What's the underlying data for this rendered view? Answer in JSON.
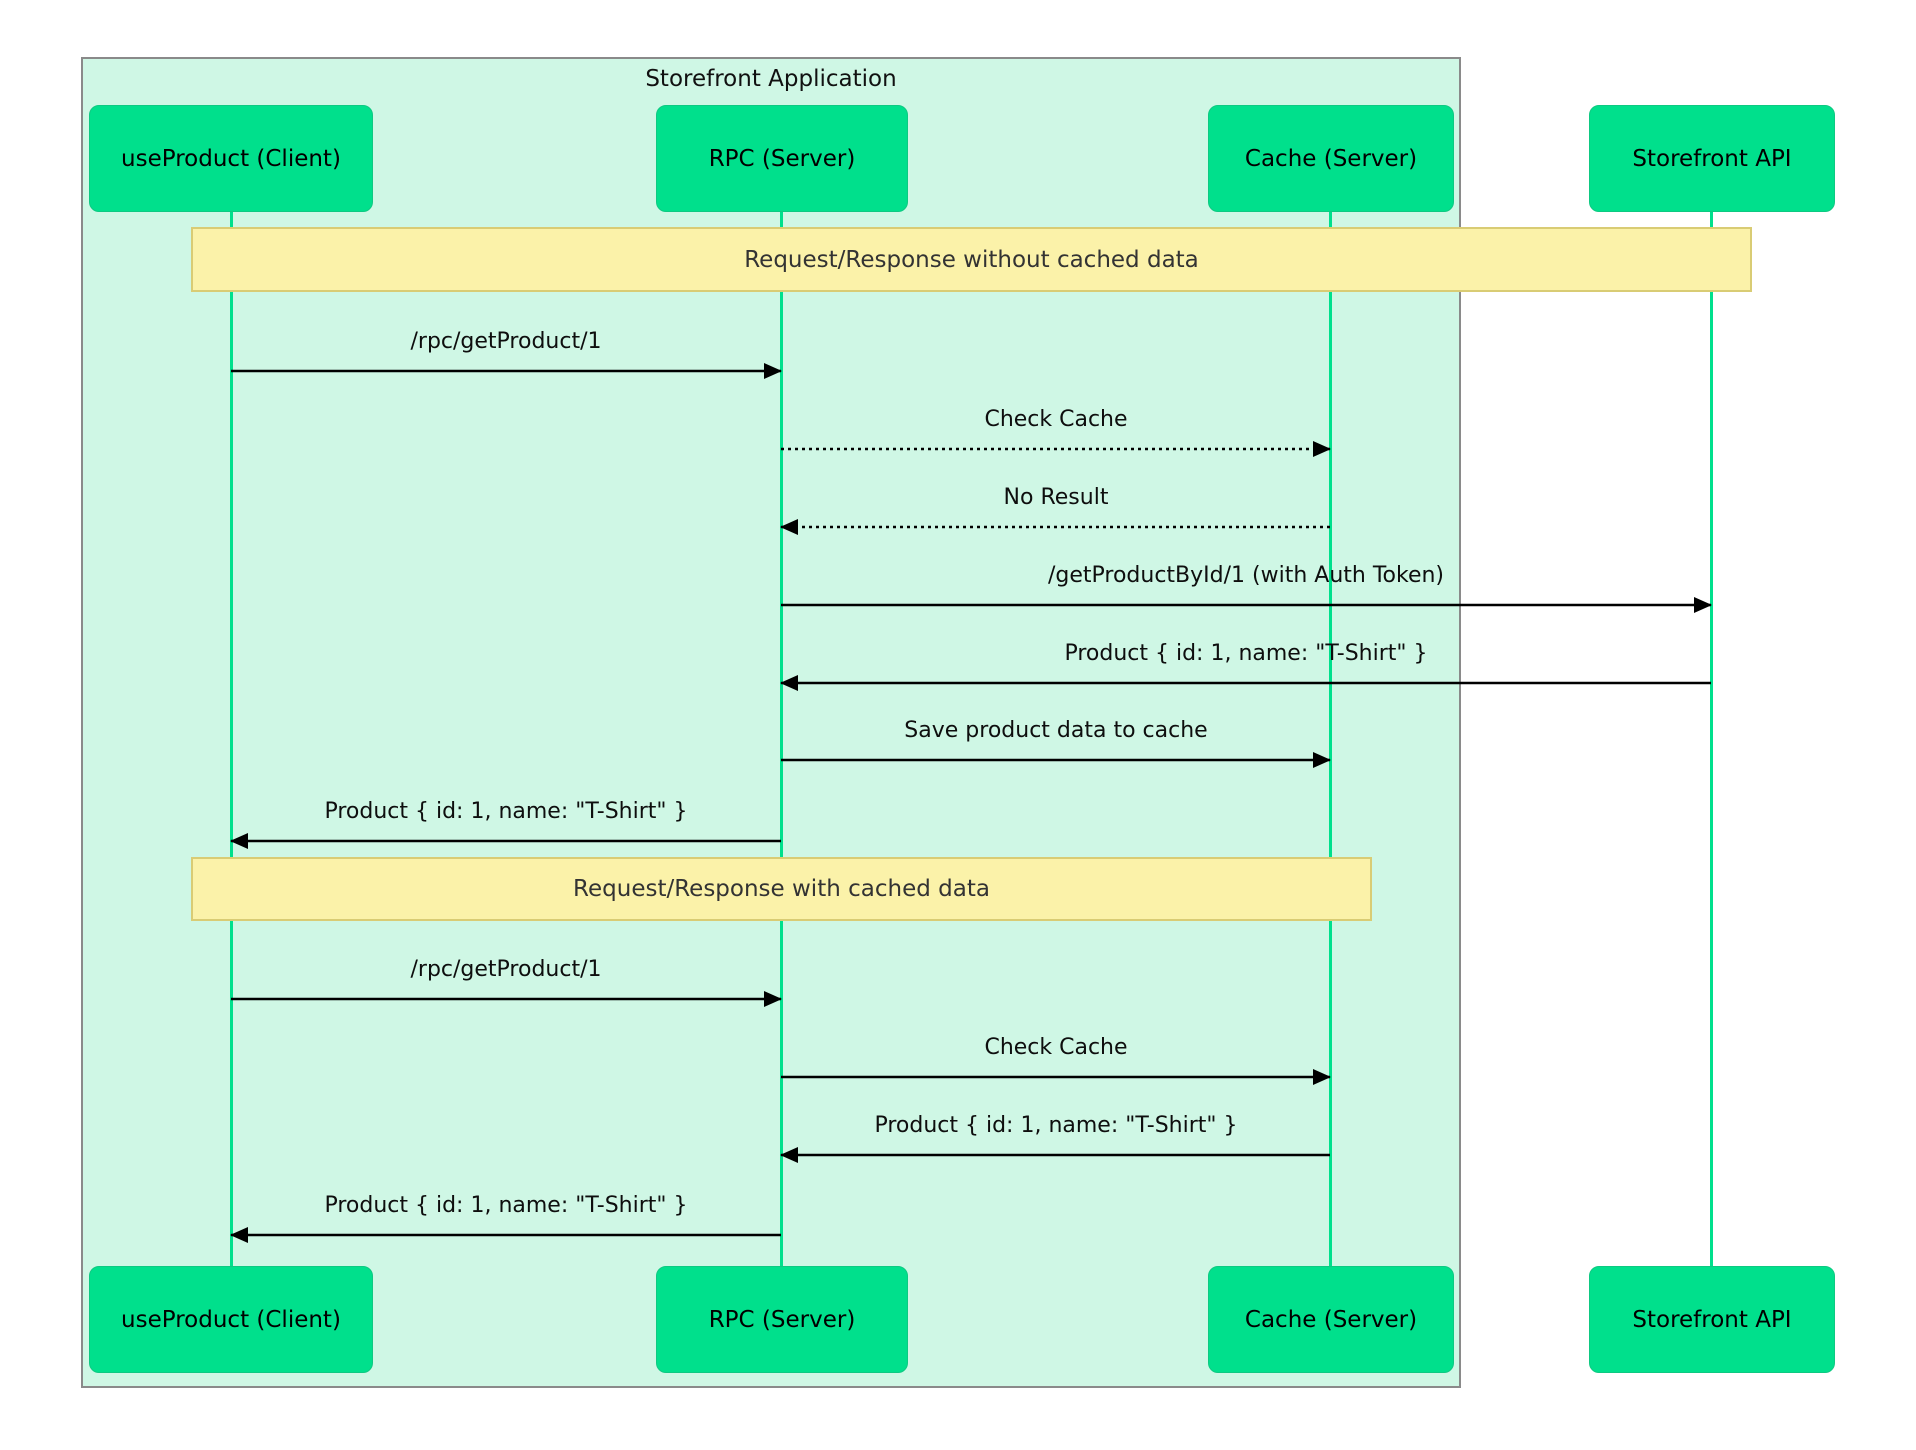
{
  "diagram": {
    "title": "Storefront Application",
    "participants": [
      {
        "label": "useProduct (Client)"
      },
      {
        "label": "RPC (Server)"
      },
      {
        "label": "Cache (Server)"
      },
      {
        "label": "Storefront API"
      }
    ],
    "notes": [
      {
        "label": "Request/Response without cached data",
        "span": "useProduct (Client) to Storefront API"
      },
      {
        "label": "Request/Response with cached data",
        "span": "useProduct (Client) to Cache (Server)"
      }
    ],
    "messages": [
      {
        "from": "useProduct (Client)",
        "to": "RPC (Server)",
        "label": "/rpc/getProduct/1",
        "line": "solid"
      },
      {
        "from": "RPC (Server)",
        "to": "Cache (Server)",
        "label": "Check Cache",
        "line": "dotted"
      },
      {
        "from": "Cache (Server)",
        "to": "RPC (Server)",
        "label": "No Result",
        "line": "dotted"
      },
      {
        "from": "RPC (Server)",
        "to": "Storefront API",
        "label": "/getProductById/1 (with Auth Token)",
        "line": "solid"
      },
      {
        "from": "Storefront API",
        "to": "RPC (Server)",
        "label": "Product { id: 1, name: \"T-Shirt\" }",
        "line": "solid"
      },
      {
        "from": "RPC (Server)",
        "to": "Cache (Server)",
        "label": "Save product data to cache",
        "line": "solid"
      },
      {
        "from": "RPC (Server)",
        "to": "useProduct (Client)",
        "label": "Product { id: 1, name: \"T-Shirt\" }",
        "line": "solid"
      },
      {
        "from": "useProduct (Client)",
        "to": "RPC (Server)",
        "label": "/rpc/getProduct/1",
        "line": "solid"
      },
      {
        "from": "RPC (Server)",
        "to": "Cache (Server)",
        "label": "Check Cache",
        "line": "solid"
      },
      {
        "from": "Cache (Server)",
        "to": "RPC (Server)",
        "label": "Product { id: 1, name: \"T-Shirt\" }",
        "line": "solid"
      },
      {
        "from": "RPC (Server)",
        "to": "useProduct (Client)",
        "label": "Product { id: 1, name: \"T-Shirt\" }",
        "line": "solid"
      }
    ],
    "colors": {
      "actor_fill": "#00E08C",
      "container_fill": "#CFF7E5",
      "container_border": "#8A8A8A",
      "lifeline": "#00E08C",
      "note_fill": "#FBF2A9",
      "note_border": "#D9CC74",
      "message_line": "#000000",
      "text": "#111111",
      "background": "#FFFFFF"
    }
  }
}
